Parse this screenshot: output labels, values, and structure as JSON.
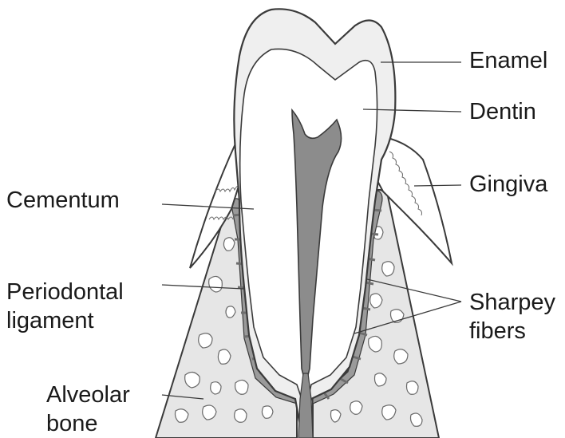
{
  "labels": {
    "enamel": "Enamel",
    "dentin": "Dentin",
    "gingiva": "Gingiva",
    "cementum": "Cementum",
    "periodontal_ligament": [
      "Periodontal",
      "ligament"
    ],
    "sharpey_fibers": [
      "Sharpey",
      "fibers"
    ],
    "alveolar_bone": [
      "Alveolar",
      "bone"
    ]
  },
  "colors": {
    "outline": "#3a3a3a",
    "enamel": "#efefef",
    "pulp": "#8c8c8c",
    "bone": "#e6e6e6",
    "ligament": "#9a9a9a",
    "fibers": "#6e6e6e",
    "background": "#ffffff"
  }
}
